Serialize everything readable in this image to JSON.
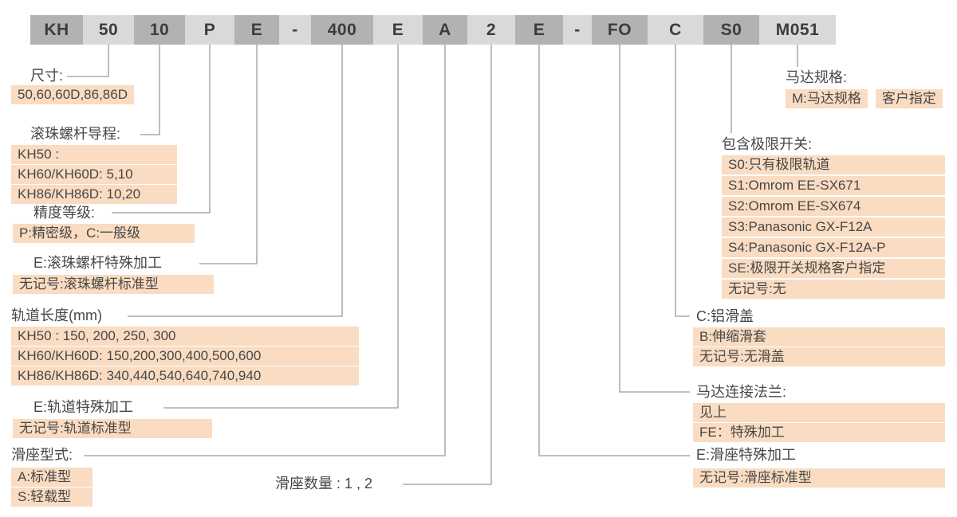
{
  "code_bar": {
    "segments": [
      {
        "text": "KH",
        "style": "dark"
      },
      {
        "text": "50",
        "style": "light"
      },
      {
        "text": "10",
        "style": "dark"
      },
      {
        "text": "P",
        "style": "light"
      },
      {
        "text": "E",
        "style": "dark"
      },
      {
        "text": "-",
        "style": "light"
      },
      {
        "text": "400",
        "style": "dark"
      },
      {
        "text": "E",
        "style": "light"
      },
      {
        "text": "A",
        "style": "dark"
      },
      {
        "text": "2",
        "style": "light"
      },
      {
        "text": "E",
        "style": "dark"
      },
      {
        "text": "-",
        "style": "light"
      },
      {
        "text": "FO",
        "style": "dark"
      },
      {
        "text": "C",
        "style": "light"
      },
      {
        "text": "S0",
        "style": "dark"
      },
      {
        "text": "M051",
        "style": "light"
      }
    ]
  },
  "groups": {
    "size": {
      "label": "尺寸:",
      "options": [
        "50,60,60D,86,86D"
      ]
    },
    "ball_screw_lead": {
      "label": "滚珠螺杆导程:",
      "options": [
        "KH50 :",
        "KH60/KH60D: 5,10",
        "KH86/KH86D: 10,20"
      ]
    },
    "accuracy_grade": {
      "label": "精度等级:",
      "options": [
        "P:精密级，C:一般级"
      ]
    },
    "ball_screw_special": {
      "label": "E:滚珠螺杆特殊加工",
      "options": [
        "无记号:滚珠螺杆标准型"
      ]
    },
    "rail_length": {
      "label": "轨道长度(mm)",
      "options": [
        "KH50 : 150, 200, 250, 300",
        "KH60/KH60D: 150,200,300,400,500,600",
        "KH86/KH86D: 340,440,540,640,740,940"
      ]
    },
    "rail_special": {
      "label": "E:轨道特殊加工",
      "options": [
        "无记号:轨道标准型"
      ]
    },
    "slider_type": {
      "label": "滑座型式:",
      "options": [
        "A:标准型",
        "S:轻载型"
      ]
    },
    "slider_count": {
      "label": "滑座数量 : 1 , 2"
    },
    "slider_special": {
      "label": "E:滑座特殊加工",
      "options": [
        "无记号:滑座标准型"
      ]
    },
    "motor_flange": {
      "label": "马达连接法兰:",
      "options": [
        "见上",
        "FE：特殊加工"
      ]
    },
    "slide_cover": {
      "label": "C:铝滑盖",
      "options": [
        "B:伸缩滑套",
        "无记号:无滑盖"
      ]
    },
    "limit_switch": {
      "label": "包含极限开关:",
      "options": [
        "S0:只有极限轨道",
        "S1:Omrom EE-SX671",
        "S2:Omrom EE-SX674",
        "S3:Panasonic GX-F12A",
        "S4:Panasonic GX-F12A-P",
        "SE:极限开关规格客户指定",
        "无记号:无"
      ]
    },
    "motor_spec": {
      "label": "马达规格:",
      "options": [
        "M:马达规格",
        "客户指定"
      ]
    }
  },
  "colors": {
    "bar_light": "#d9d9d9",
    "bar_dark": "#b2b2b2",
    "highlight": "#f9dcc2",
    "text": "#474747",
    "line": "#9a9a9a"
  }
}
